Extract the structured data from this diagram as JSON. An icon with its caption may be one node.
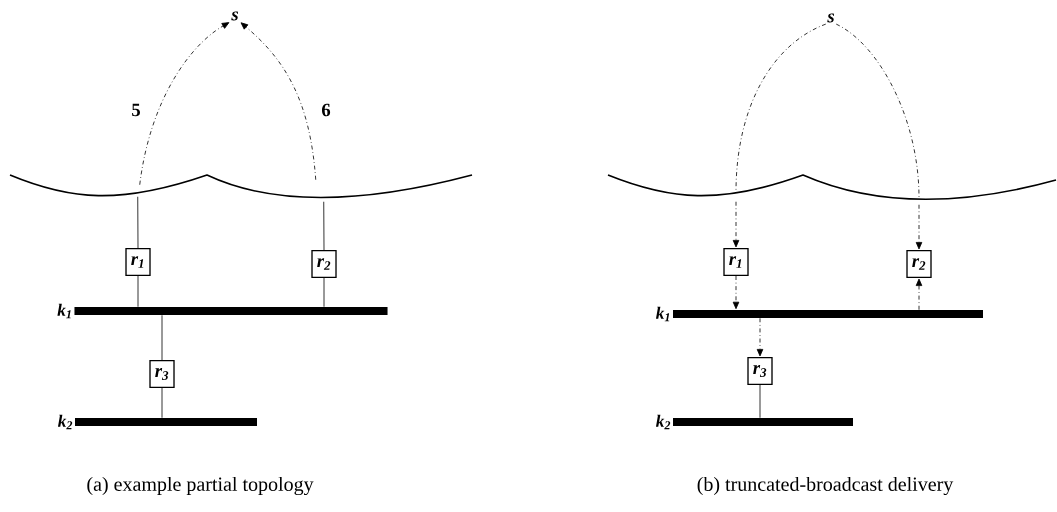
{
  "diagram": {
    "nodes": [
      {
        "text": [
          "s"
        ]
      },
      {
        "text": [],
        "shape": "cloud"
      },
      {
        "text": [
          "r$_{1}$"
        ]
      },
      {
        "text": [
          "r$_{2}$"
        ]
      },
      {
        "text": [
          "k$_{1}$"
        ]
      },
      {
        "text": [
          "r$_{3}$"
        ]
      },
      {
        "text": [
          "k$_{2}$"
        ]
      },
      {
        "text": [
          "s"
        ]
      },
      {
        "text": [],
        "shape": "cloud"
      },
      {
        "text": [
          "r$_{1}$"
        ]
      },
      {
        "text": [
          "r$_{2}$"
        ]
      },
      {
        "text": [
          "k$_{1}$"
        ]
      },
      {
        "text": [
          "r$_{3}$"
        ]
      },
      {
        "text": [
          "k$_{2}$"
        ]
      }
    ],
    "edges": [
      {
        "from": 1,
        "to": 0,
        "arrow": "to",
        "style": "dashed",
        "label": "5"
      },
      {
        "from": 1,
        "to": 0,
        "arrow": "to",
        "style": "dashed",
        "label": "6"
      },
      {
        "from": 1,
        "to": 2,
        "arrow": "none"
      },
      {
        "from": 1,
        "to": 3,
        "arrow": "none"
      },
      {
        "from": 2,
        "to": 4,
        "arrow": "none"
      },
      {
        "from": 3,
        "to": 4,
        "arrow": "none"
      },
      {
        "from": 4,
        "to": 5,
        "arrow": "none"
      },
      {
        "from": 5,
        "to": 6,
        "arrow": "none"
      },
      {
        "from": 7,
        "to": 8,
        "arrow": "none",
        "style": "dashed"
      },
      {
        "from": 7,
        "to": 8,
        "arrow": "none",
        "style": "dashed"
      },
      {
        "from": 8,
        "to": 9,
        "arrow": "to",
        "style": "dashed"
      },
      {
        "from": 8,
        "to": 10,
        "arrow": "to",
        "style": "dashed"
      },
      {
        "from": 9,
        "to": 11,
        "arrow": "to",
        "style": "dashed"
      },
      {
        "from": 11,
        "to": 10,
        "arrow": "to",
        "style": "dashed"
      },
      {
        "from": 11,
        "to": 12,
        "arrow": "to",
        "style": "dashed"
      },
      {
        "from": 12,
        "to": 13,
        "arrow": "none"
      }
    ],
    "labels": [
      "(a) example partial topology",
      "(b) truncated-broadcast delivery"
    ]
  }
}
